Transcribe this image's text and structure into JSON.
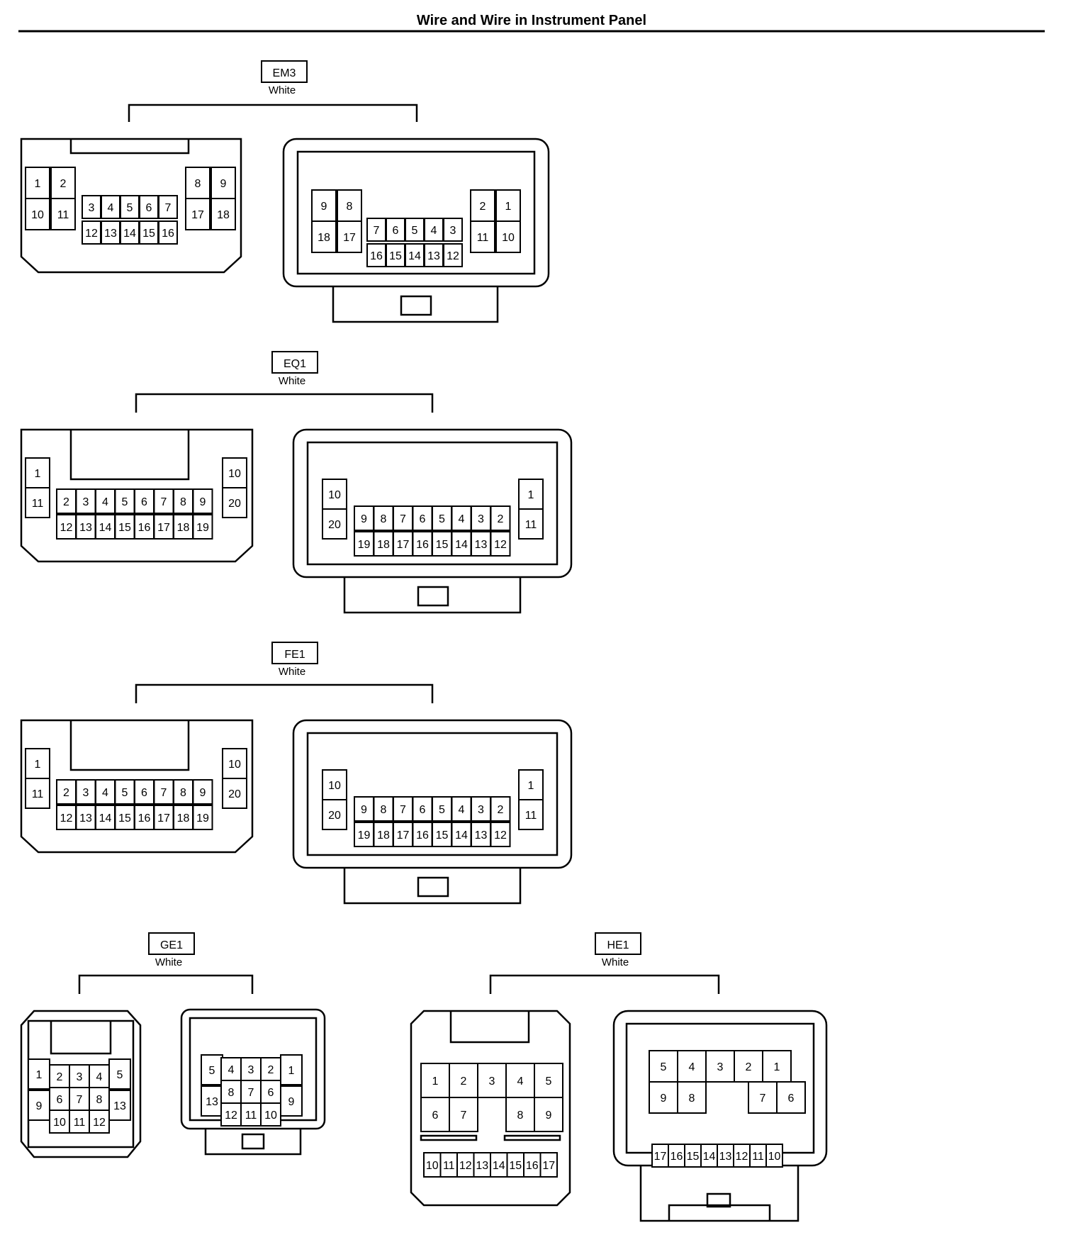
{
  "page": {
    "title": "Wire and Wire in Instrument Panel"
  },
  "groups": [
    {
      "id": "em3",
      "code": "EM3",
      "color": "White",
      "left_pins": {
        "r1": [
          "1",
          "2",
          "3",
          "4",
          "5",
          "6",
          "7",
          "8",
          "9"
        ],
        "r2": [
          "10",
          "11",
          "12",
          "13",
          "14",
          "15",
          "16",
          "17",
          "18"
        ]
      },
      "right_pins": {
        "r1": [
          "9",
          "8",
          "7",
          "6",
          "5",
          "4",
          "3",
          "2",
          "1"
        ],
        "r2": [
          "18",
          "17",
          "16",
          "15",
          "14",
          "13",
          "12",
          "11",
          "10"
        ]
      }
    },
    {
      "id": "eq1",
      "code": "EQ1",
      "color": "White",
      "left_pins": {
        "r1": [
          "1",
          "2",
          "3",
          "4",
          "5",
          "6",
          "7",
          "8",
          "9",
          "10"
        ],
        "r2": [
          "11",
          "12",
          "13",
          "14",
          "15",
          "16",
          "17",
          "18",
          "19",
          "20"
        ]
      },
      "right_pins": {
        "r1": [
          "10",
          "9",
          "8",
          "7",
          "6",
          "5",
          "4",
          "3",
          "2",
          "1"
        ],
        "r2": [
          "20",
          "19",
          "18",
          "17",
          "16",
          "15",
          "14",
          "13",
          "12",
          "11"
        ]
      }
    },
    {
      "id": "fe1",
      "code": "FE1",
      "color": "White",
      "left_pins": {
        "r1": [
          "1",
          "2",
          "3",
          "4",
          "5",
          "6",
          "7",
          "8",
          "9",
          "10"
        ],
        "r2": [
          "11",
          "12",
          "13",
          "14",
          "15",
          "16",
          "17",
          "18",
          "19",
          "20"
        ]
      },
      "right_pins": {
        "r1": [
          "10",
          "9",
          "8",
          "7",
          "6",
          "5",
          "4",
          "3",
          "2",
          "1"
        ],
        "r2": [
          "20",
          "19",
          "18",
          "17",
          "16",
          "15",
          "14",
          "13",
          "12",
          "11"
        ]
      }
    },
    {
      "id": "ge1",
      "code": "GE1",
      "color": "White",
      "left_pins": {
        "r1": [
          "1",
          "2",
          "3",
          "4",
          "5"
        ],
        "r2": [
          "9",
          "6",
          "7",
          "8",
          "13"
        ],
        "r3": [
          "10",
          "11",
          "12"
        ]
      },
      "right_pins": {
        "r1": [
          "5",
          "4",
          "3",
          "2",
          "1"
        ],
        "r2": [
          "13",
          "8",
          "7",
          "6",
          "9"
        ],
        "r3": [
          "12",
          "11",
          "10"
        ]
      }
    },
    {
      "id": "he1",
      "code": "HE1",
      "color": "White",
      "left_pins": {
        "r1": [
          "1",
          "2",
          "3",
          "4",
          "5"
        ],
        "r2": [
          "6",
          "7",
          "8",
          "9"
        ],
        "r3": [
          "10",
          "11",
          "12",
          "13",
          "14",
          "15",
          "16",
          "17"
        ]
      },
      "right_pins": {
        "r1": [
          "5",
          "4",
          "3",
          "2",
          "1"
        ],
        "r2": [
          "9",
          "8",
          "7",
          "6"
        ],
        "r3": [
          "17",
          "16",
          "15",
          "14",
          "13",
          "12",
          "11",
          "10"
        ]
      }
    }
  ]
}
